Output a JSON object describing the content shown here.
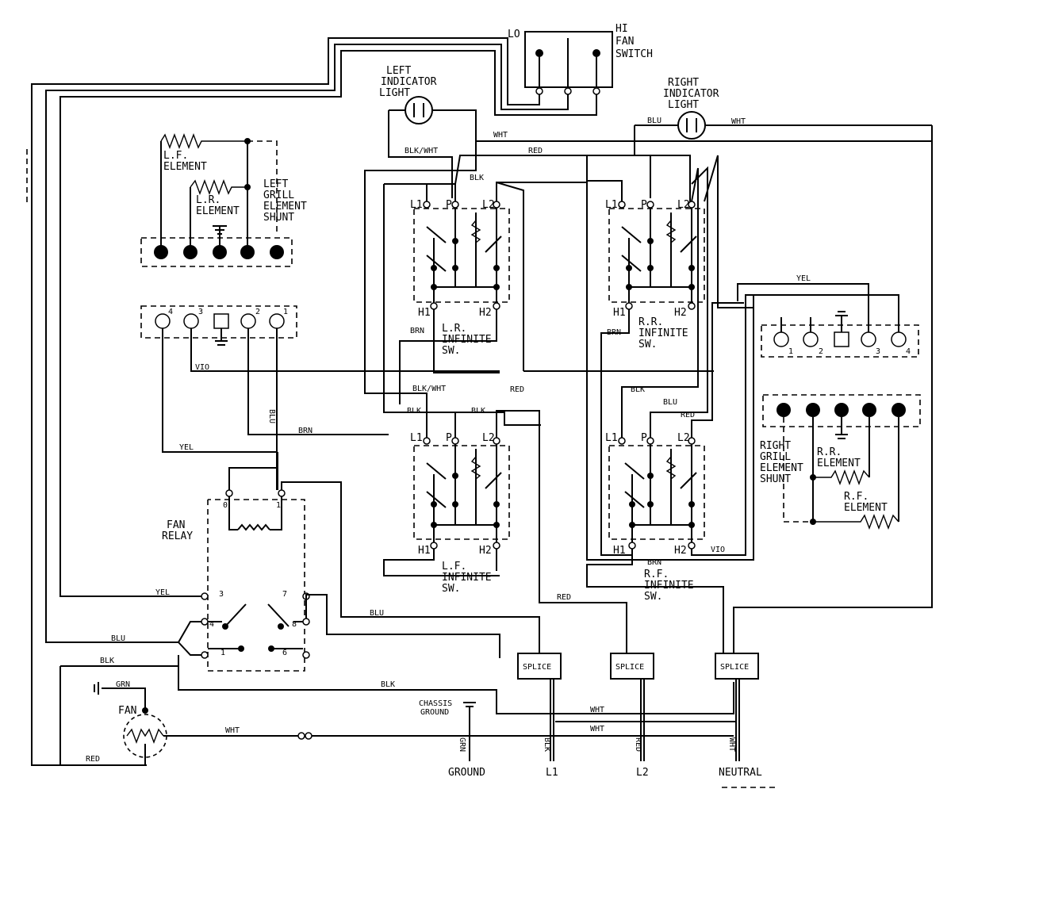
{
  "labels": {
    "fan_switch": {
      "lo": "LO",
      "hi": "HI",
      "line1": "FAN",
      "line2": "SWITCH"
    },
    "left_indicator": [
      "LEFT",
      "INDICATOR",
      "LIGHT"
    ],
    "right_indicator": [
      "RIGHT",
      "INDICATOR",
      "LIGHT"
    ],
    "lf_element": [
      "L.F.",
      "ELEMENT"
    ],
    "lr_element": [
      "L.R.",
      "ELEMENT"
    ],
    "left_shunt": [
      "LEFT",
      "GRILL",
      "ELEMENT",
      "SHUNT"
    ],
    "right_shunt": [
      "RIGHT",
      "GRILL",
      "ELEMENT",
      "SHUNT"
    ],
    "rr_element": [
      "R.R.",
      "ELEMENT"
    ],
    "rf_element": [
      "R.F.",
      "ELEMENT"
    ],
    "lr_switch": [
      "L.R.",
      "INFINITE",
      "SW."
    ],
    "lf_switch": [
      "L.F.",
      "INFINITE",
      "SW."
    ],
    "rr_switch": [
      "R.R.",
      "INFINITE",
      "SW."
    ],
    "rf_switch": [
      "R.F.",
      "INFINITE",
      "SW."
    ],
    "fan_relay": [
      "FAN",
      "RELAY"
    ],
    "fan": "FAN",
    "chassis_ground": [
      "CHASSIS",
      "GROUND"
    ],
    "splice": "SPLICE",
    "outputs": {
      "ground": "GROUND",
      "l1": "L1",
      "l2": "L2",
      "neutral": "NEUTRAL"
    },
    "switch_terminals": {
      "l1": "L1",
      "p": "P",
      "l2": "L2",
      "h1": "H1",
      "h2": "H2"
    },
    "left_block_terminals": [
      "4",
      "3",
      "2",
      "1"
    ],
    "right_block_terminals": [
      "1",
      "2",
      "3",
      "4"
    ],
    "relay_terminals": {
      "t0": "0",
      "t1": "1",
      "t3": "3",
      "t4": "4",
      "t7": "7",
      "t8": "8",
      "tb1": "1",
      "t6": "6"
    }
  },
  "wire_colors": {
    "wht": "WHT",
    "blu": "BLU",
    "blk_wht": "BLK/WHT",
    "red": "RED",
    "blk": "BLK",
    "brn": "BRN",
    "vio": "VIO",
    "yel": "YEL",
    "grn": "GRN"
  }
}
